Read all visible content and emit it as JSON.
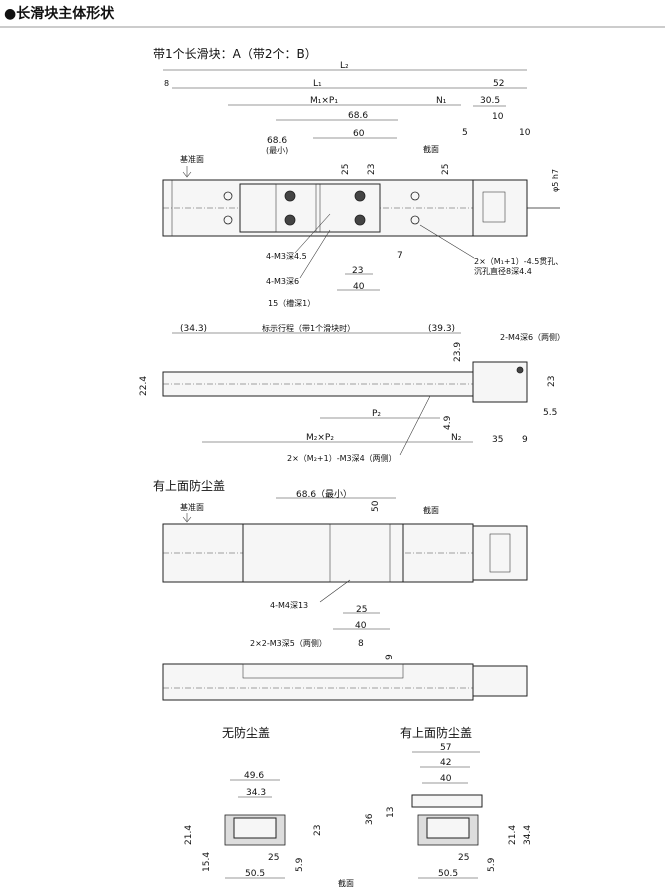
{
  "section_title": "●长滑块主体形状",
  "subtitles": {
    "single_block": "带1个长滑块：A（带2个：B）",
    "with_cover": "有上面防尘盖",
    "no_cover_end": "无防尘盖",
    "with_cover_end": "有上面防尘盖"
  },
  "labels": {
    "ref_face": "基准面",
    "section": "截面",
    "shaft": "φ5 h7",
    "L2": "L₂",
    "L1": "L₁",
    "M1P1": "M₁×P₁",
    "N1": "N₁",
    "d52": "52",
    "d8": "8",
    "d30_5": "30.5",
    "d10a": "10",
    "d10b": "10",
    "d5": "5",
    "d68_6": "68.6",
    "d68_6_min": "68.6",
    "min_note": "(最小)",
    "d60": "60",
    "d25a": "25",
    "d23a": "23",
    "d25b": "25",
    "m3_45": "4-M3深4.5",
    "m3_6": "4-M3深6",
    "d7": "7",
    "d23b": "23",
    "d40": "40",
    "slot": "15（槽深1）",
    "hole_note_1": "2×（M₁+1）-4.5贯孔、",
    "hole_note_2": "沉孔直径8深4.4",
    "d34_3": "(34.3)",
    "stroke": "标示行程（带1个滑块时）",
    "d39_3": "(39.3)",
    "m4_6": "2-M4深6（两侧）",
    "d23_9": "23.9",
    "d22_4": "22.4",
    "d23c": "23",
    "d5_5": "5.5",
    "P2": "P₂",
    "d4_9": "4.9",
    "M2P2": "M₂×P₂",
    "N2": "N₂",
    "d35": "35",
    "d9": "9",
    "m3_4": "2×（M₂+1）-M3深4（两侧）",
    "d68_6c": "68.6（最小）",
    "d50": "50",
    "m4_13": "4-M4深13",
    "d25c": "25",
    "d40b": "40",
    "m3_5": "2×2-M3深5（两侧）",
    "d8b": "8",
    "d9b": "9",
    "d49_6": "49.6",
    "d34_3b": "34.3",
    "d21_4": "21.4",
    "d23d": "23",
    "d25d": "25",
    "d15_4": "15.4",
    "d5_9": "5.9",
    "d50_5": "50.5",
    "d57": "57",
    "d42": "42",
    "d40c": "40",
    "d13": "13",
    "d36": "36",
    "d21_4b": "21.4",
    "d34_4": "34.4",
    "d25e": "25",
    "d5_9b": "5.9",
    "d50_5b": "50.5",
    "section_bottom": "截面"
  }
}
